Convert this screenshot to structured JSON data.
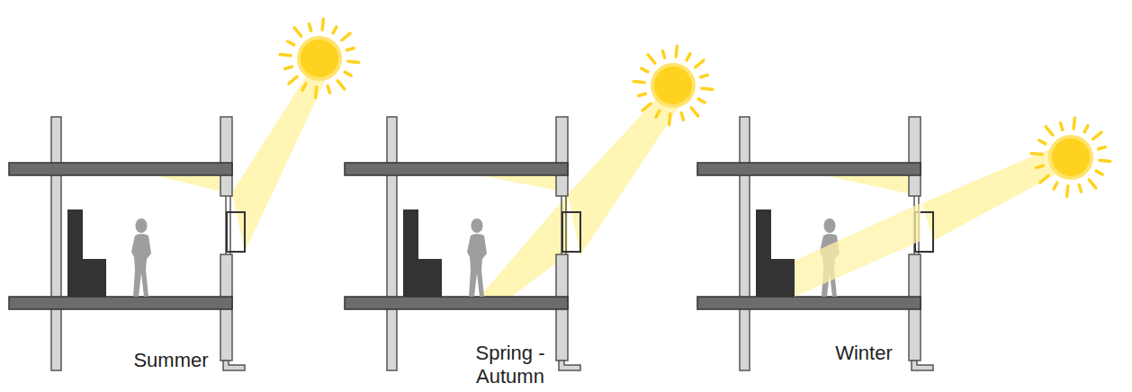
{
  "diagram": {
    "labels": [
      "Summer",
      "Spring - Autumn",
      "Winter"
    ]
  }
}
